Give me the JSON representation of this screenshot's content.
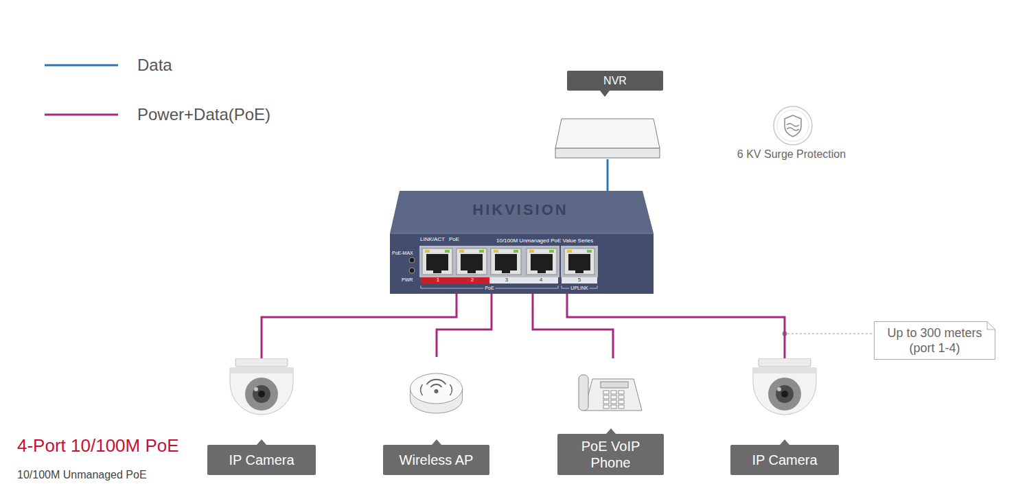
{
  "diagram": {
    "title": "4-Port 10/100M PoE",
    "caption": "10/100M Unmanaged PoE",
    "nodes": [
      {
        "text": [
          "NVR"
        ]
      },
      {
        "text": [
          "HIKVISION",
          "LINK/ACT",
          "PoE",
          "10/100M Unmanaged PoE Value Series",
          "PoE-MAX",
          "PWR",
          "1",
          "2",
          "3",
          "4",
          "5",
          "PoE",
          "UPLINK"
        ]
      },
      {
        "text": [
          "Up to 300 meters (port 1-4)"
        ]
      },
      {
        "text": [
          "IP Camera"
        ]
      },
      {
        "text": [
          "Wireless AP"
        ]
      },
      {
        "text": [
          "PoE VoIP Phone"
        ]
      },
      {
        "text": [
          "IP Camera"
        ]
      }
    ],
    "edges": [
      {
        "from": 1,
        "to": 0,
        "arrow": "none"
      },
      {
        "from": 1,
        "to": 3,
        "arrow": "none"
      },
      {
        "from": 1,
        "to": 4,
        "arrow": "none"
      },
      {
        "from": 1,
        "to": 5,
        "arrow": "none"
      },
      {
        "from": 1,
        "to": 6,
        "arrow": "none"
      }
    ],
    "labels": [
      "6 KV Surge Protection"
    ],
    "legend": [
      {
        "text": "Data"
      },
      {
        "text": "Power+Data(PoE)"
      }
    ]
  }
}
